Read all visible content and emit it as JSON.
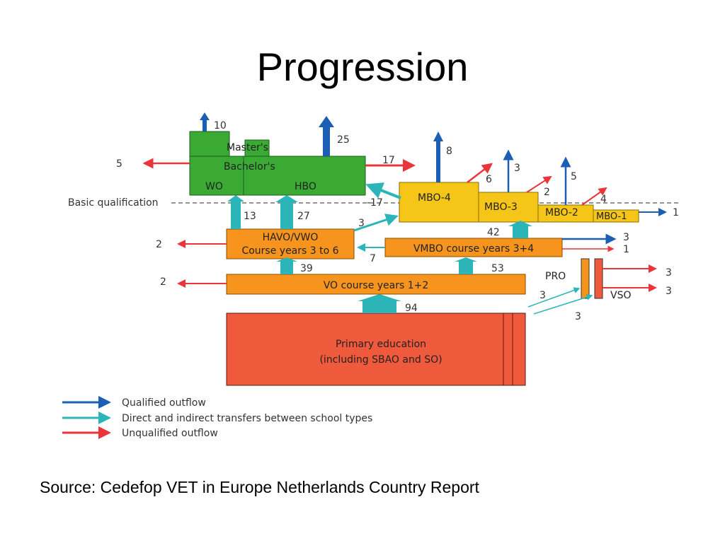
{
  "slide": {
    "title": "Progression",
    "source": "Source: Cedefop VET in Europe Netherlands Country Report"
  },
  "colors": {
    "qualified": "#1a5fb4",
    "transfer": "#2bb5b8",
    "unqualified": "#e8363a",
    "higher_ed": "#3aaa35",
    "mbo": "#f5c518",
    "secondary": "#f7941d",
    "primary": "#f05a3c"
  },
  "boxes": {
    "masters": "Master's",
    "bachelors": "Bachelor's",
    "wo": "WO",
    "hbo": "HBO",
    "mbo4": "MBO-4",
    "mbo3": "MBO-3",
    "mbo2": "MBO-2",
    "mbo1": "MBO-1",
    "havo_line1": "HAVO/VWO",
    "havo_line2": "Course years 3 to 6",
    "vmbo": "VMBO course years 3+4",
    "vo": "VO course years 1+2",
    "primary_line1": "Primary education",
    "primary_line2": "(including SBAO and SO)",
    "pro": "PRO",
    "vso": "VSO"
  },
  "basic_qualification": "Basic qualification",
  "flows": {
    "wo_qualified_out": "10",
    "hbo_qualified_out": "25",
    "higher_unqualified_left": "5",
    "hbo_to_mbo": "17",
    "mbo_to_hbo": "-17",
    "mbo4_qualified_out": "8",
    "mbo4_unqualified_out": "6",
    "mbo3_qualified_out": "3",
    "mbo3_unqualified_out": "2",
    "mbo2_qualified_out": "5",
    "mbo2_unqualified_out": "4",
    "mbo1_qualified_out": "1",
    "havo_to_wo": "13",
    "havo_to_hbo": "27",
    "havo_to_mbo": "3",
    "havo_unqualified_left": "2",
    "vmbo_to_mbo": "42",
    "vmbo_qualified_out": "3",
    "vmbo_unqualified_out": "1",
    "vmbo_to_havo": "7",
    "vo_to_havo": "39",
    "vo_to_vmbo": "53",
    "vo_unqualified_left": "2",
    "primary_to_vo": "94",
    "pro_unqualified_out": "3",
    "vso_unqualified_out": "3",
    "vo_to_pro": "3",
    "primary_to_vso": "3"
  },
  "legend": [
    {
      "label": "Qualified outflow",
      "color": "#1a5fb4"
    },
    {
      "label": "Direct and indirect transfers between school types",
      "color": "#2bb5b8"
    },
    {
      "label": "Unqualified outflow",
      "color": "#e8363a"
    }
  ]
}
